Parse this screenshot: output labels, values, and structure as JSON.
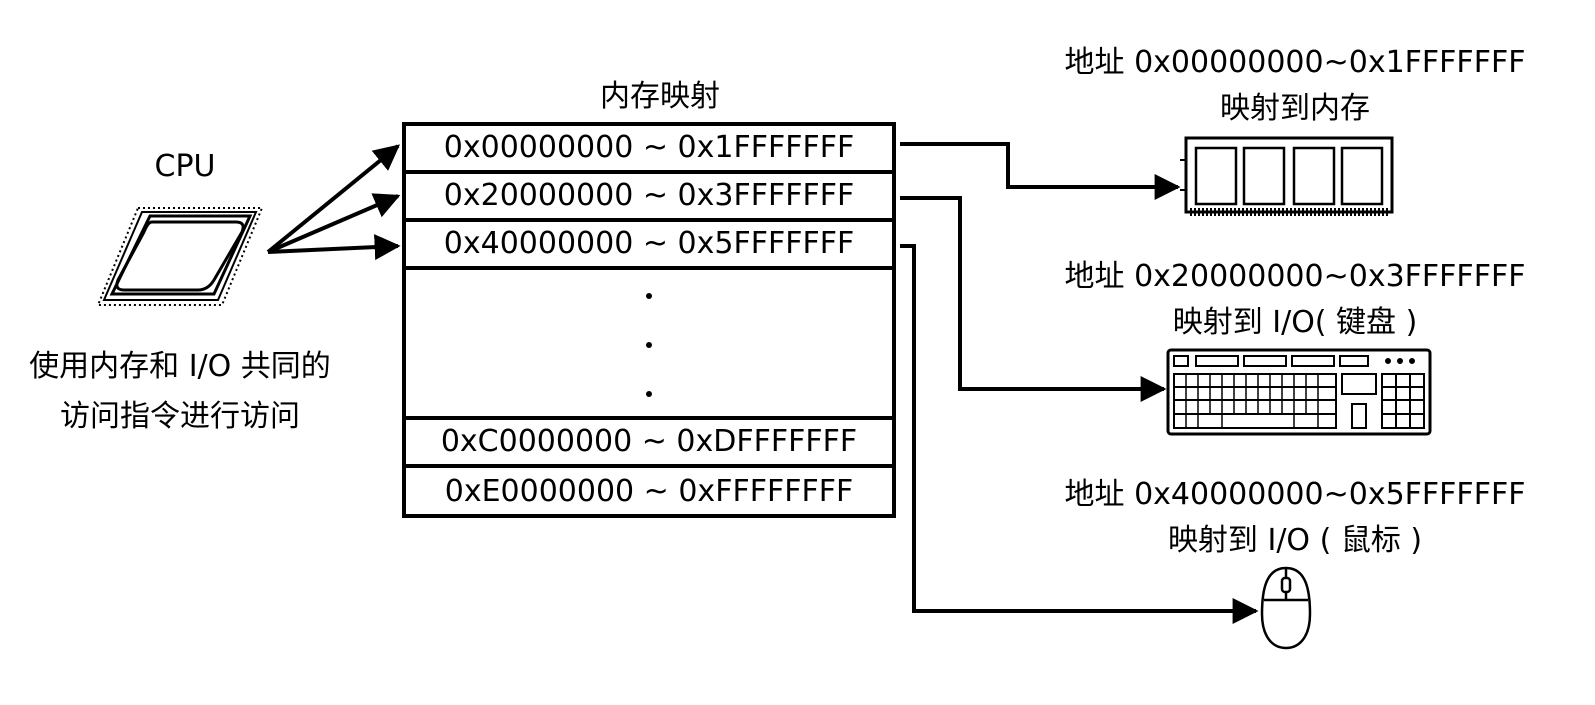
{
  "cpu": {
    "label": "CPU",
    "caption_line1": "使用内存和 I/O 共同的",
    "caption_line2": "访问指令进行访问"
  },
  "memory_map": {
    "title": "内存映射",
    "rows": [
      "0x00000000 ~ 0x1FFFFFFF",
      "0x20000000 ~ 0x3FFFFFFF",
      "0x40000000 ~ 0x5FFFFFFF",
      "0xC0000000 ~ 0xDFFFFFFF",
      "0xE0000000 ~ 0xFFFFFFFF"
    ]
  },
  "devices": [
    {
      "icon": "memory-module-icon",
      "address": "地址 0x00000000~0x1FFFFFFF",
      "mapping": "映射到内存"
    },
    {
      "icon": "keyboard-icon",
      "address": "地址 0x20000000~0x3FFFFFFF",
      "mapping": "映射到 I/O( 键盘 )"
    },
    {
      "icon": "mouse-icon",
      "address": "地址 0x40000000~0x5FFFFFFF",
      "mapping": "映射到 I/O ( 鼠标 )"
    }
  ]
}
